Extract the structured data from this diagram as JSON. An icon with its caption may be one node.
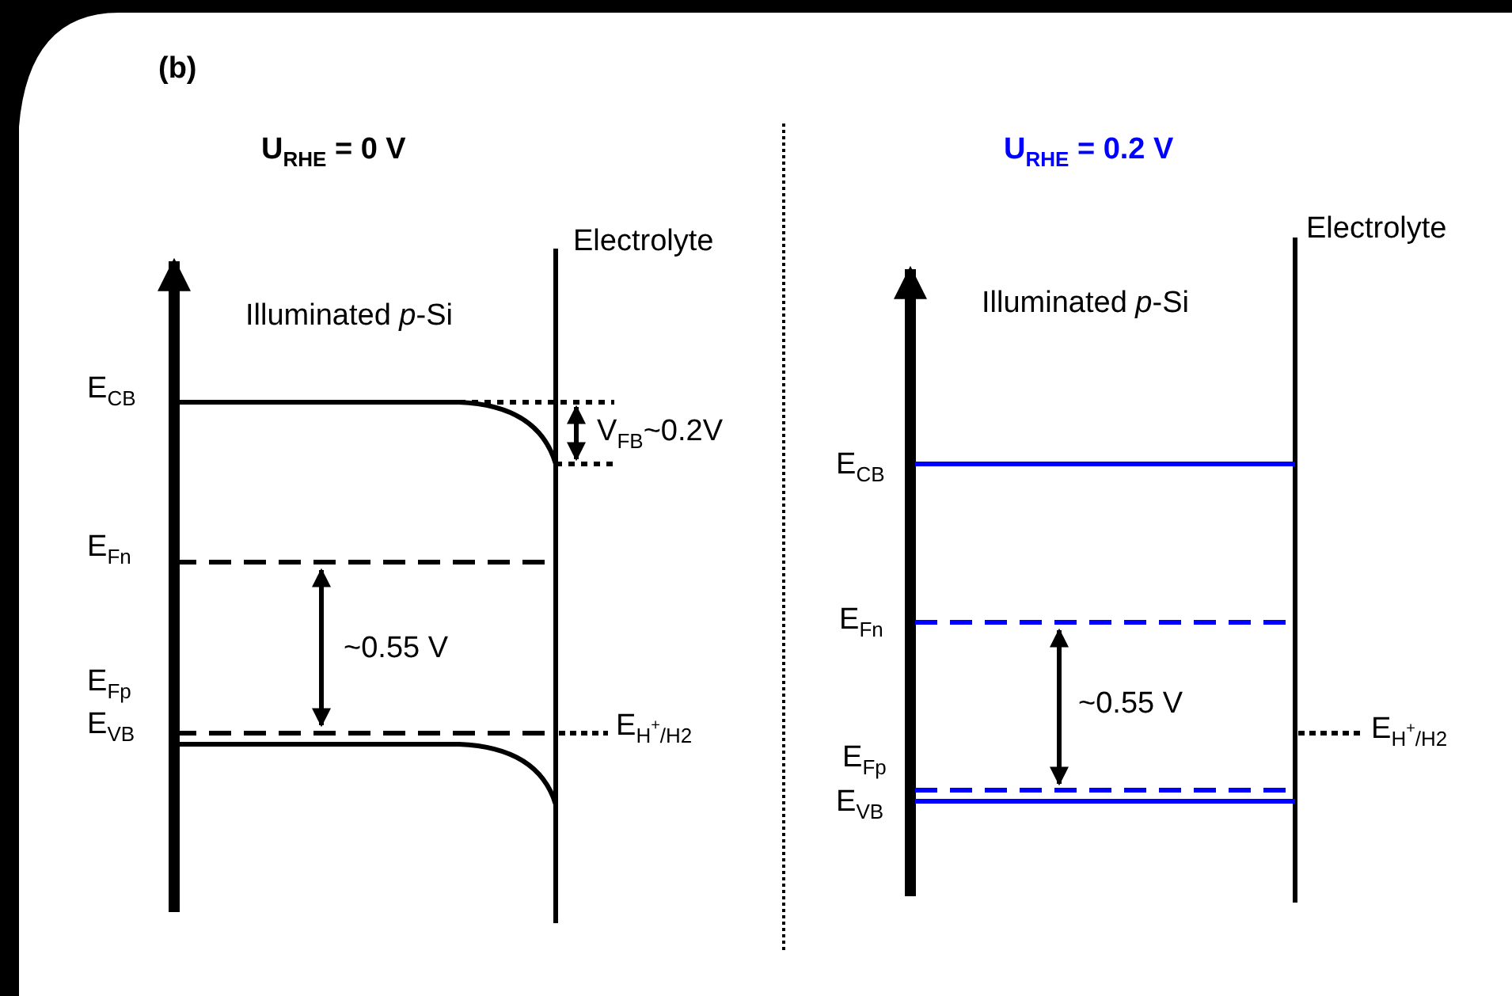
{
  "diagram": {
    "labels": [
      "(b)",
      "U$_{RHE}$ = 0 V",
      "Electrolyte",
      "Illuminated *p*-Si",
      "E$_{CB}$",
      "V$_{FB}$~0.2V",
      "E$_{Fn}$",
      "~0.55 V",
      "E$_{Fp}$",
      "E$_{VB}$",
      "E$_{H}$$^{+}$$_{/H}$$_{2}$",
      "U$_{RHE}$ = 0.2 V",
      "Electrolyte",
      "Illuminated *p*-Si",
      "E$_{CB}$",
      "E$_{Fn}$",
      "~0.55 V",
      "E$_{Fp}$",
      "E$_{H}$$^{+}$$_{/H}$$_{2}$",
      "E$_{VB}$"
    ]
  }
}
